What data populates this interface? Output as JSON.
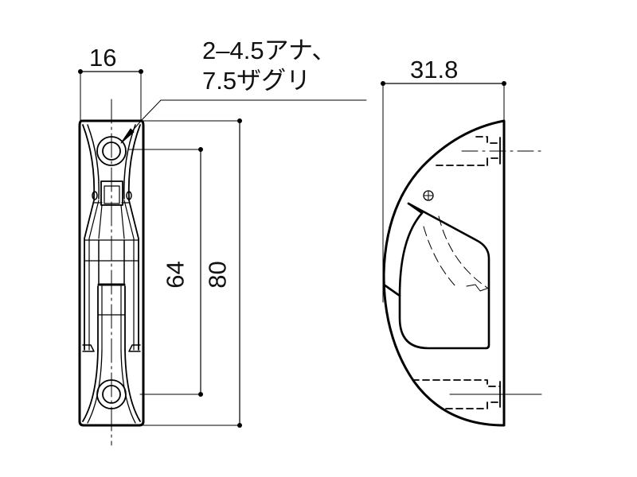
{
  "drawing": {
    "type": "technical-drawing",
    "views": [
      "front-view",
      "side-view"
    ],
    "dimensions": {
      "width": "16",
      "hole_pitch": "64",
      "height": "80",
      "depth": "31.8"
    },
    "note": {
      "line1": "2–4.5アナ、",
      "line2": "7.5ザグリ"
    },
    "colors": {
      "line": "#000000",
      "background": "#ffffff"
    }
  }
}
